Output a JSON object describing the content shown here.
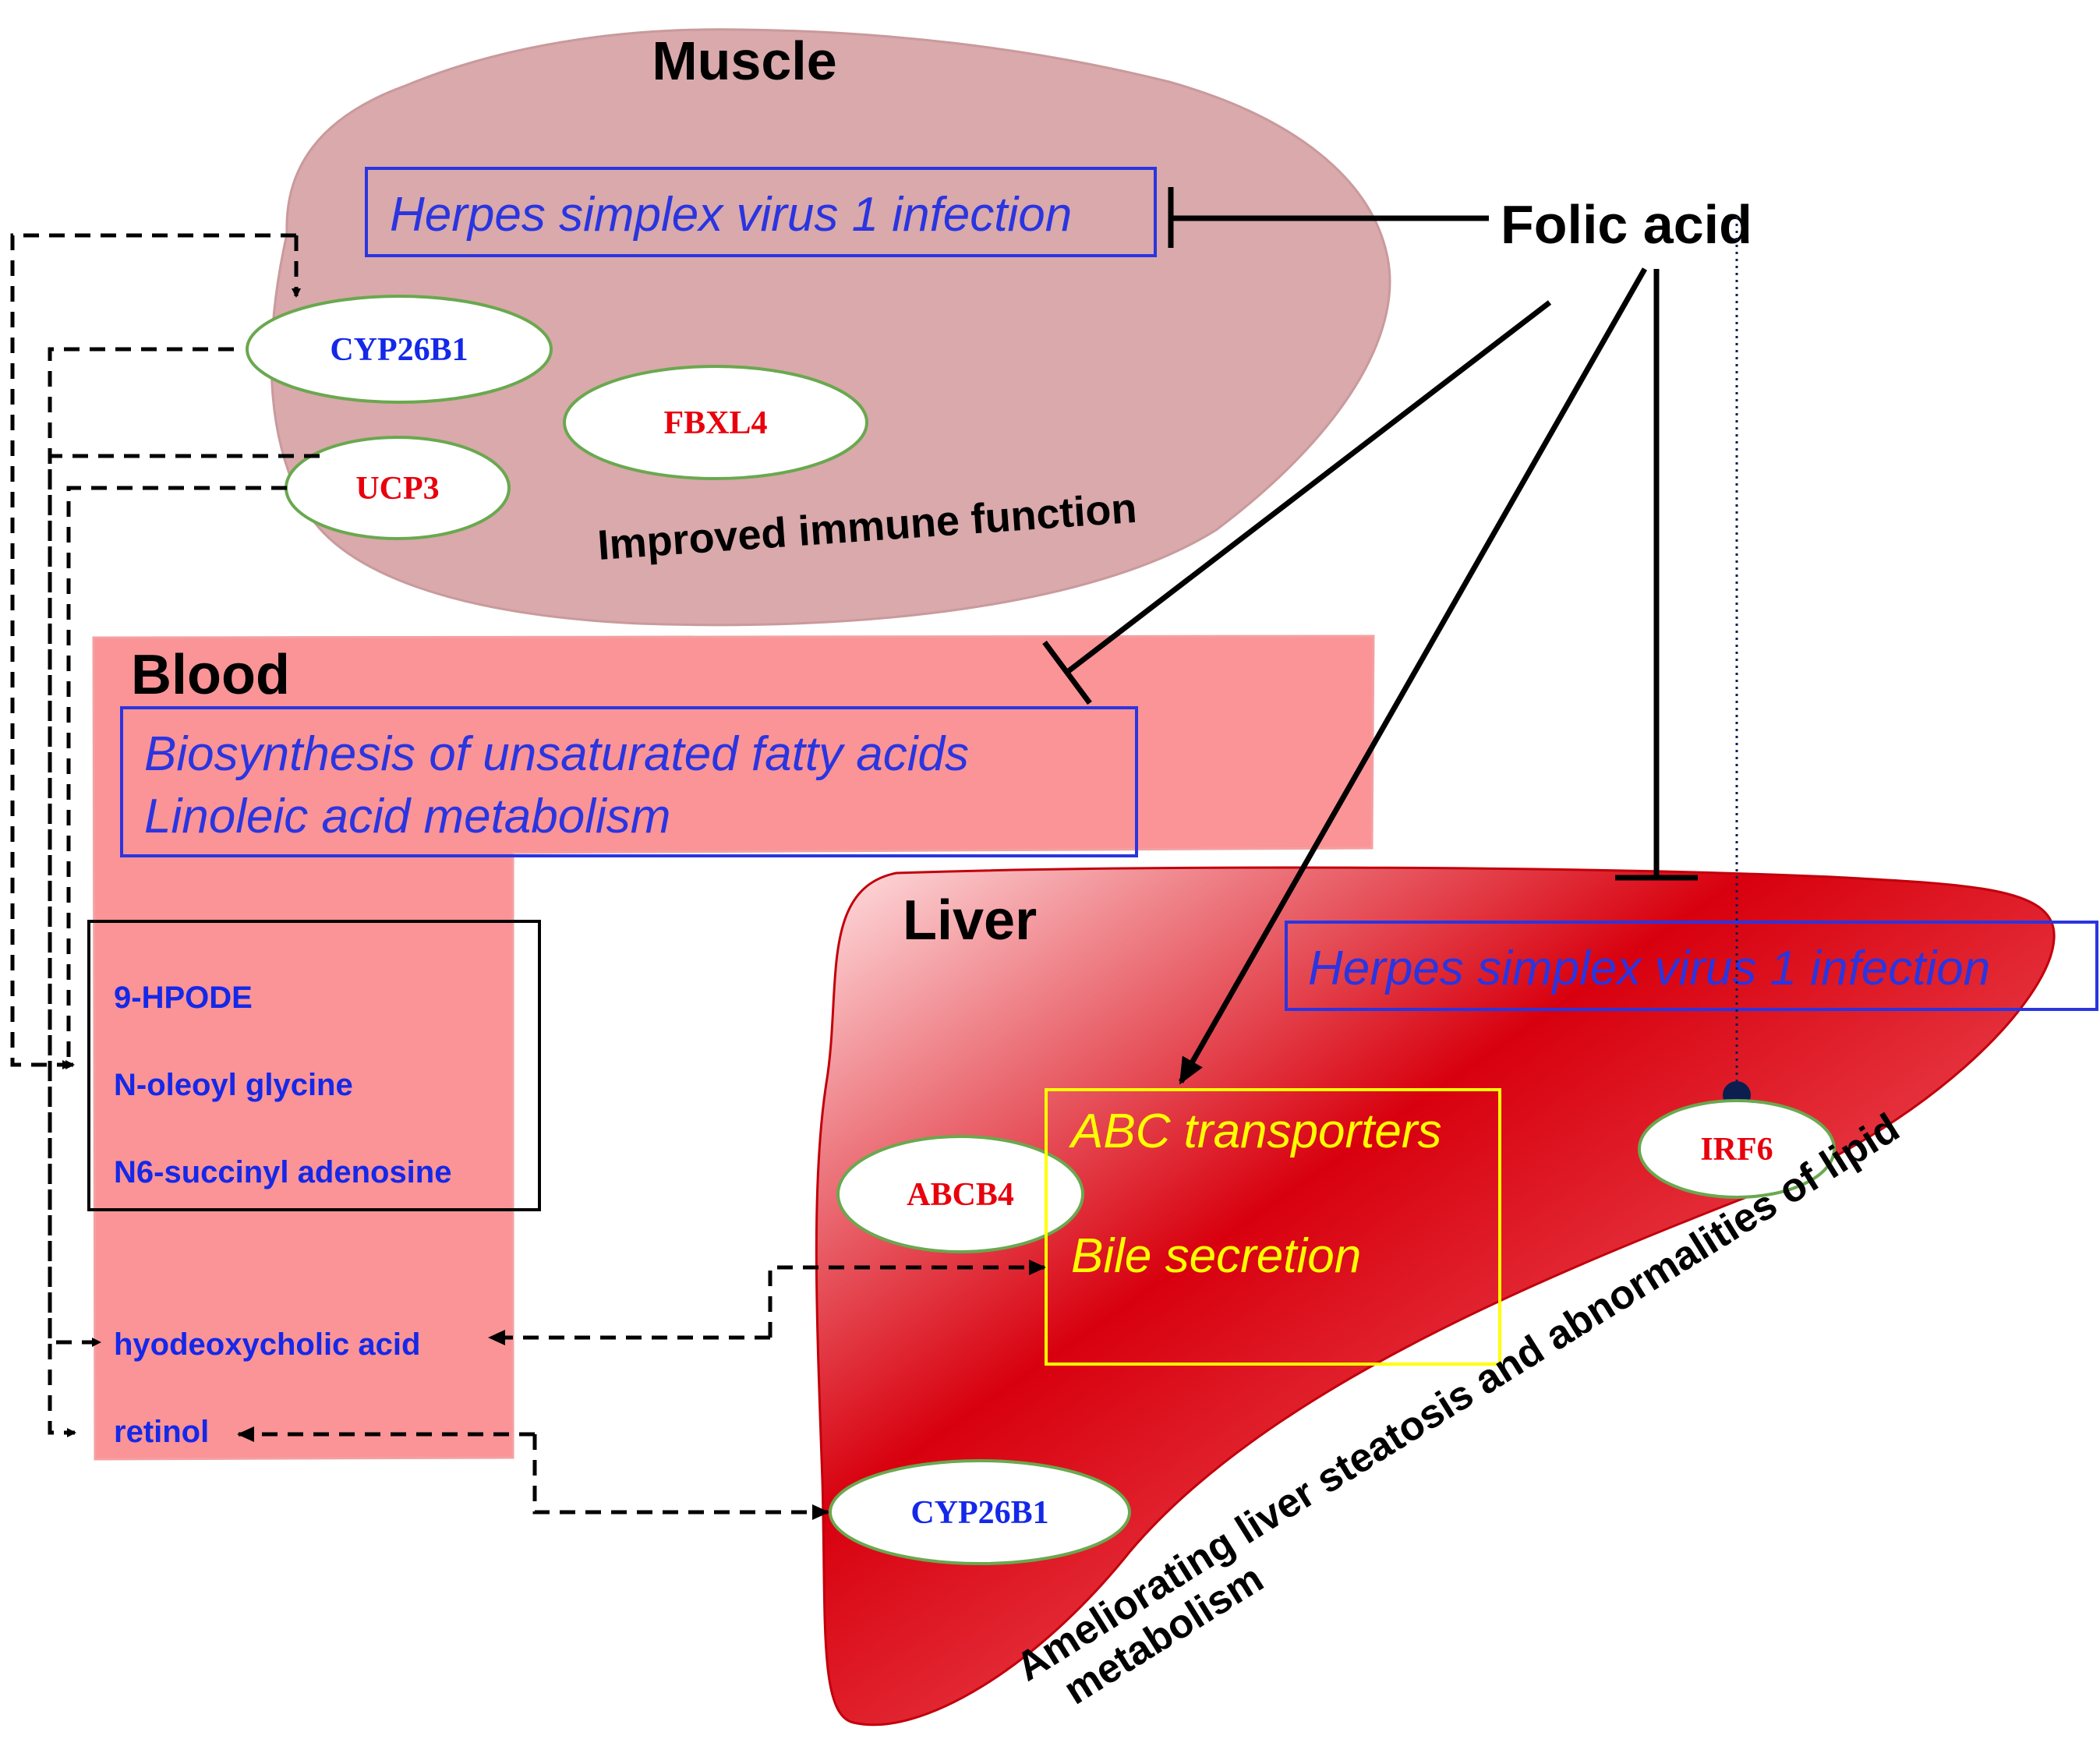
{
  "organs": {
    "muscle": "Muscle",
    "blood": "Blood",
    "liver": "Liver"
  },
  "treatment": "Folic acid",
  "muscle": {
    "pathway": "Herpes simplex virus 1 infection",
    "genes": [
      "CYP26B1",
      "FBXL4",
      "UCP3"
    ],
    "effect": "Improved immune function"
  },
  "blood": {
    "pathways": [
      "Biosynthesis of unsaturated fatty acids",
      "Linoleic acid metabolism"
    ],
    "metabolites_boxed": [
      "9-HPODE",
      "N-oleoyl glycine",
      "N6-succinyl adenosine"
    ],
    "metabolites": [
      "hyodeoxycholic acid",
      "retinol"
    ]
  },
  "liver": {
    "pathway": "Herpes simplex virus 1 infection",
    "transport_pathways": [
      "ABC transporters",
      "Bile secretion"
    ],
    "genes": [
      "ABCB4",
      "IRF6",
      "CYP26B1"
    ],
    "effect_line1": "Ameliorating liver steatosis and abnormalities of lipid",
    "effect_line2": "metabolism"
  },
  "colors": {
    "muscle_fill": "#d9a9ab",
    "blood_fill": "#fa9496",
    "liver_dark": "#d8000e",
    "liver_light": "#ffd9da",
    "pathway_blue": "#2a35e0",
    "gene_red": "#e8000c",
    "gene_blue": "#1428e8",
    "ellipse_border": "#6aa84f",
    "yellow": "#ffff00",
    "dot": "#0b1e4f"
  }
}
